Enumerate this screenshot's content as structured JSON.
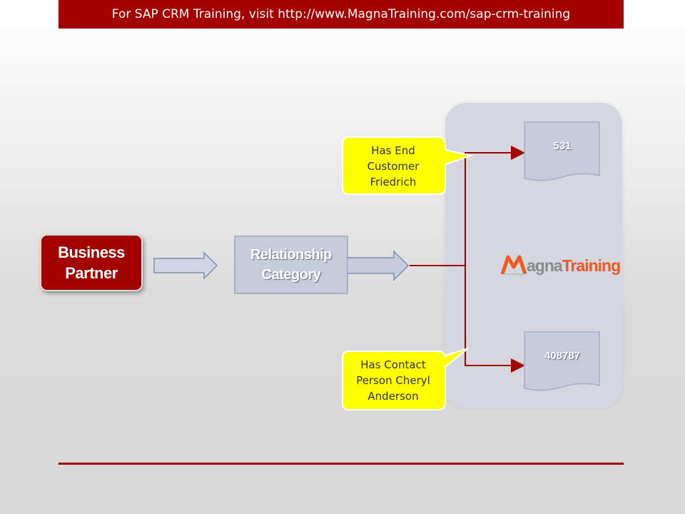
{
  "banner": {
    "text": "For SAP CRM Training, visit http://www.MagnaTraining.com/sap-crm-training"
  },
  "diagram": {
    "business_partner": "Business Partner",
    "relationship_category": "Relationship Category",
    "callout_top": "Has End Customer Friedrich",
    "callout_bottom": "Has Contact Person Cheryl Anderson",
    "doc_top": "531",
    "doc_bottom": "408787"
  },
  "logo": {
    "part1": "agna",
    "part2": "Training"
  },
  "colors": {
    "accent_red": "#a50000",
    "callout_yellow": "#ffff00",
    "box_blue_gray": "#c6ccd9",
    "logo_orange": "#f05a22"
  }
}
